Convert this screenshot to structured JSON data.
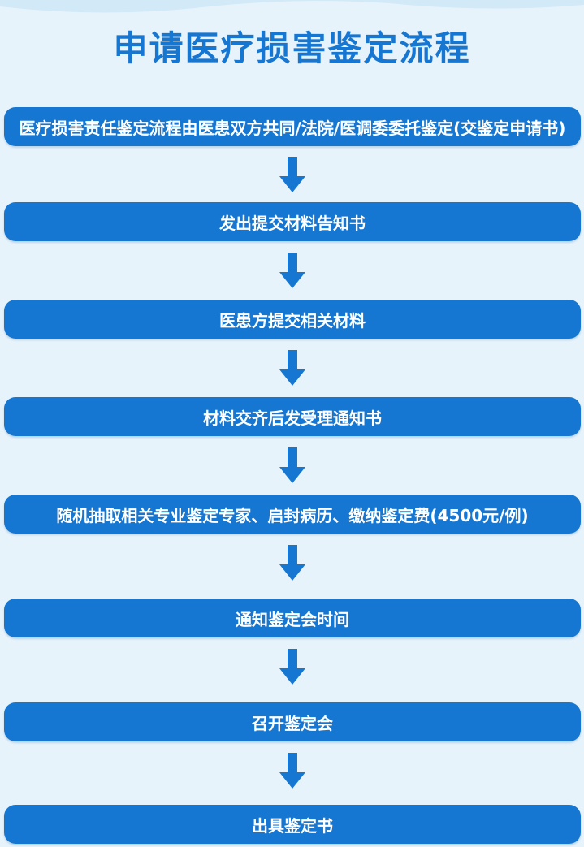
{
  "title": "申请医疗损害鉴定流程",
  "steps": [
    "医疗损害责任鉴定流程由医患双方共同/法院/医调委委托鉴定(交鉴定申请书)",
    "发出提交材料告知书",
    "医患方提交相关材料",
    "材料交齐后发受理通知书",
    "随机抽取相关专业鉴定专家、启封病历、缴纳鉴定费(4500元/例)",
    "通知鉴定会时间",
    "召开鉴定会",
    "出具鉴定书"
  ],
  "colors": {
    "accent": "#1677d2",
    "background": "#e6f3fb",
    "text_on_accent": "#ffffff"
  }
}
